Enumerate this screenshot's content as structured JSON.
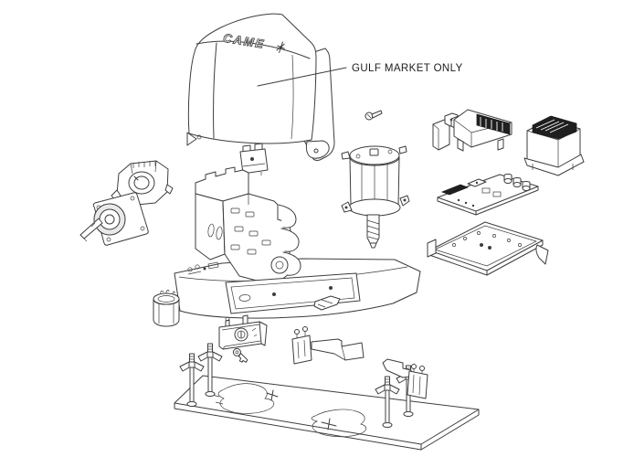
{
  "diagram": {
    "annotation": "GULF MARKET ONLY",
    "brand": "CAME",
    "background_color": "#ffffff",
    "line_color": "#3d3d3d",
    "text_color": "#1c1c1c",
    "accent_black": "#1f1f1f"
  },
  "parts": [
    {
      "id": "top-cover",
      "name": "branded top cover"
    },
    {
      "id": "limit-microswitch",
      "name": "microswitch unit"
    },
    {
      "id": "gearbox-housing",
      "name": "gearbox housing"
    },
    {
      "id": "output-flange-gear",
      "name": "output flange with gear and shaft"
    },
    {
      "id": "main-chassis",
      "name": "gearmotor chassis"
    },
    {
      "id": "motor",
      "name": "electric motor with worm shaft"
    },
    {
      "id": "motor-screw",
      "name": "motor fixing screw"
    },
    {
      "id": "control-module",
      "name": "terminal module with heat sink"
    },
    {
      "id": "transformer",
      "name": "transformer"
    },
    {
      "id": "control-board",
      "name": "electronic control board"
    },
    {
      "id": "mounting-plate",
      "name": "board mounting plate"
    },
    {
      "id": "base-housing",
      "name": "base housing with release recess"
    },
    {
      "id": "release-door",
      "name": "release hatch with lock"
    },
    {
      "id": "release-key",
      "name": "release key"
    },
    {
      "id": "capacitor",
      "name": "capacitor"
    },
    {
      "id": "foundation-plate",
      "name": "foundation plate"
    },
    {
      "id": "anchor-bolt",
      "name": "anchor bolt",
      "count": 4
    },
    {
      "id": "limit-bracket-left",
      "name": "left limit-switch bracket"
    },
    {
      "id": "limit-bracket-right",
      "name": "right limit-switch bracket"
    },
    {
      "id": "retaining-clip",
      "name": "retaining clip"
    }
  ]
}
